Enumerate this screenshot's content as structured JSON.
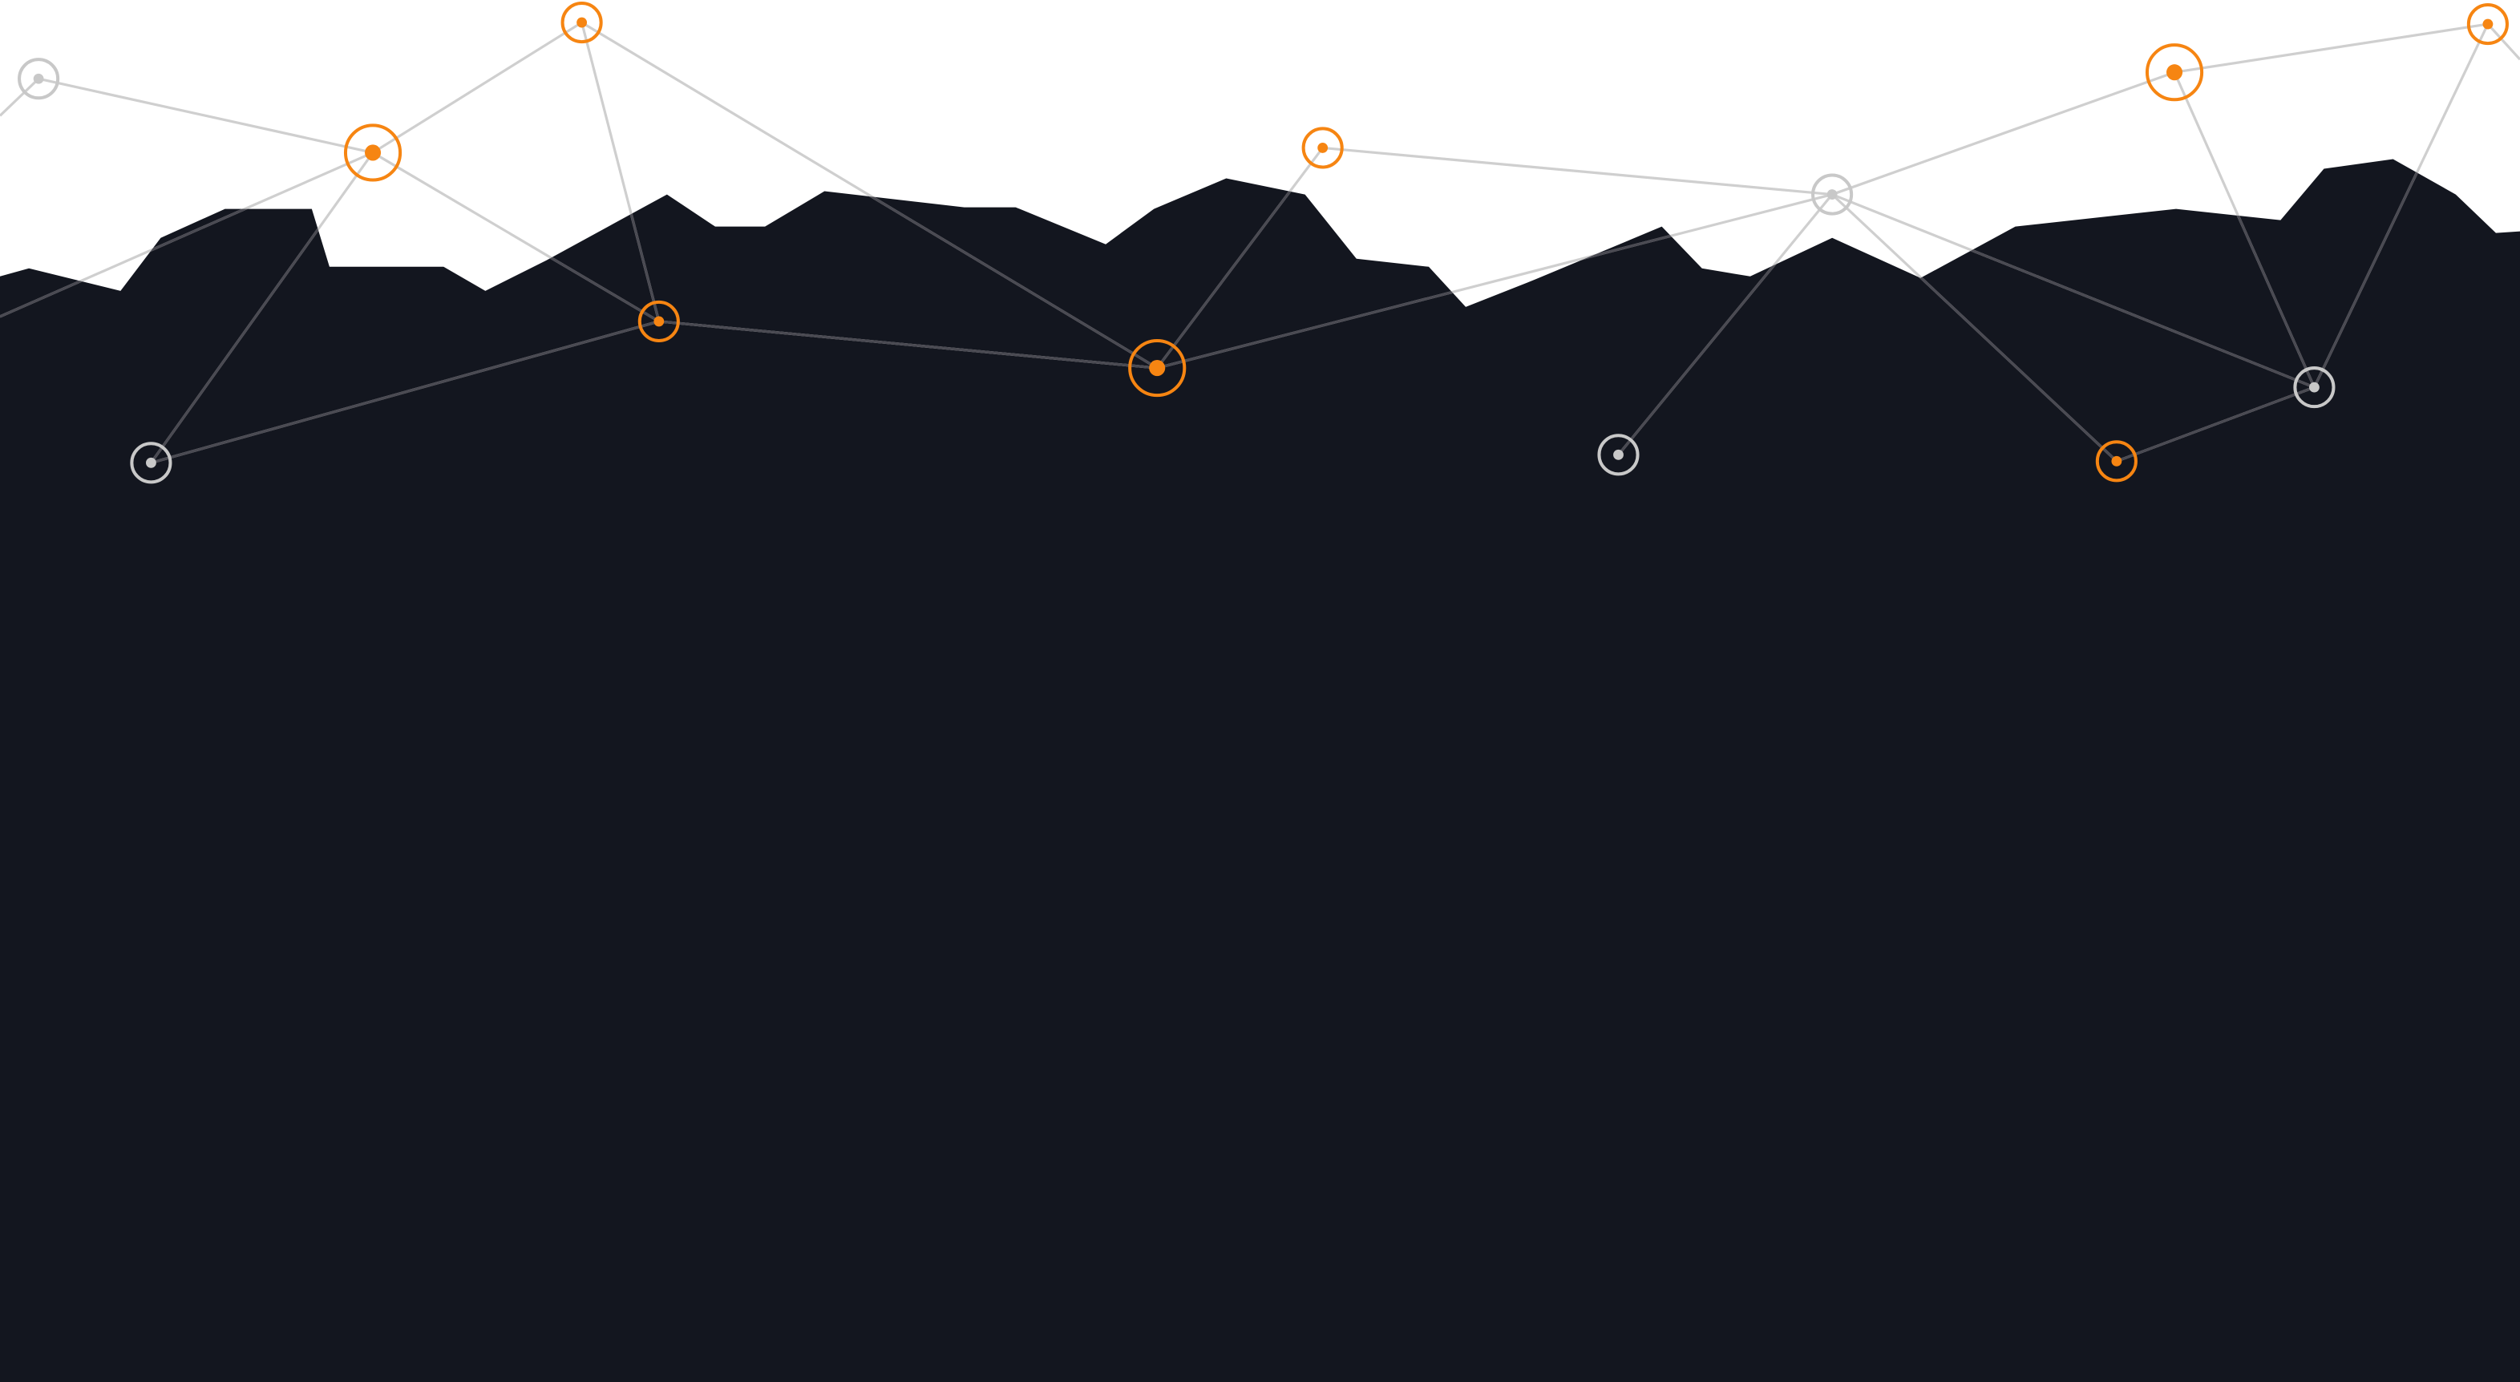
{
  "colors": {
    "background": "#ffffff",
    "terrain": "#13161f",
    "accent": "#f68512",
    "neutral": "#c8c8c8",
    "link_on_light": "#cfcfcf",
    "link_on_dark": "#4a4a52"
  },
  "nodes": [
    {
      "id": "n1",
      "style": "neutral",
      "size": "small"
    },
    {
      "id": "n2",
      "style": "accent",
      "size": "small"
    },
    {
      "id": "n3",
      "style": "accent",
      "size": "large"
    },
    {
      "id": "n4",
      "style": "accent",
      "size": "small"
    },
    {
      "id": "n5",
      "style": "neutral",
      "size": "small"
    },
    {
      "id": "n6",
      "style": "accent",
      "size": "large"
    },
    {
      "id": "n7",
      "style": "accent",
      "size": "small"
    },
    {
      "id": "n8",
      "style": "neutral",
      "size": "small"
    },
    {
      "id": "n9",
      "style": "neutral",
      "size": "small"
    },
    {
      "id": "n10",
      "style": "accent",
      "size": "small"
    },
    {
      "id": "n11",
      "style": "accent",
      "size": "large"
    },
    {
      "id": "n12",
      "style": "accent",
      "size": "small"
    },
    {
      "id": "n13",
      "style": "neutral",
      "size": "small"
    }
  ],
  "links": [
    [
      "n1",
      "n3"
    ],
    [
      "n2",
      "n3"
    ],
    [
      "n2",
      "n4"
    ],
    [
      "n2",
      "n6"
    ],
    [
      "n3",
      "n4"
    ],
    [
      "n3",
      "n5"
    ],
    [
      "n4",
      "n5"
    ],
    [
      "n4",
      "n6"
    ],
    [
      "n6",
      "n7"
    ],
    [
      "n6",
      "n8"
    ],
    [
      "n7",
      "n8"
    ],
    [
      "n8",
      "n9"
    ],
    [
      "n8",
      "n10"
    ],
    [
      "n8",
      "n11"
    ],
    [
      "n8",
      "n13"
    ],
    [
      "n10",
      "n13"
    ],
    [
      "n11",
      "n12"
    ],
    [
      "n11",
      "n13"
    ],
    [
      "n12",
      "n13"
    ]
  ]
}
